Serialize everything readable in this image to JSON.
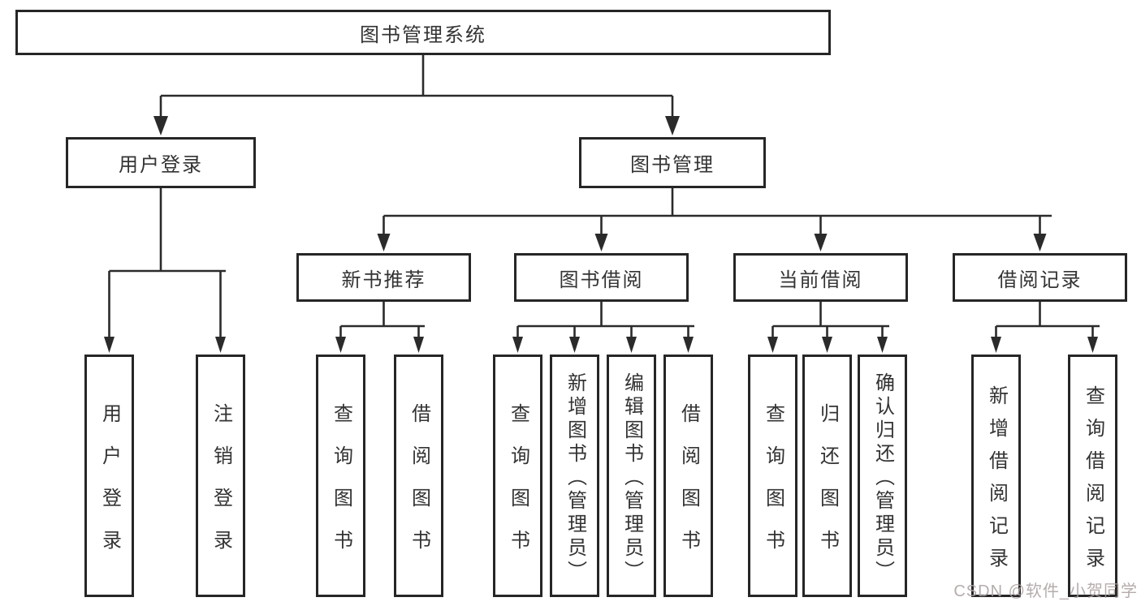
{
  "tree": {
    "root": {
      "label": "图书管理系统"
    },
    "branches": [
      {
        "label": "用户登录",
        "leaves": [
          "用户登录",
          "注销登录"
        ]
      },
      {
        "label": "图书管理",
        "sections": [
          {
            "label": "新书推荐",
            "leaves": [
              "查询图书",
              "借阅图书"
            ]
          },
          {
            "label": "图书借阅",
            "leaves": [
              "查询图书",
              "新增图书（管理员）",
              "编辑图书（管理员）",
              "借阅图书"
            ]
          },
          {
            "label": "当前借阅",
            "leaves": [
              "查询图书",
              "归还图书",
              "确认归还（管理员）"
            ]
          },
          {
            "label": "借阅记录",
            "leaves": [
              "新增借阅记录",
              "查询借阅记录"
            ]
          }
        ]
      }
    ]
  },
  "watermark": {
    "text": "CSDN @软件_小贺同学",
    "color": "#aca0a0"
  },
  "colors": {
    "line": "#2b2b2b",
    "border": "#262626",
    "text": "#333333",
    "background": "#ffffff"
  }
}
